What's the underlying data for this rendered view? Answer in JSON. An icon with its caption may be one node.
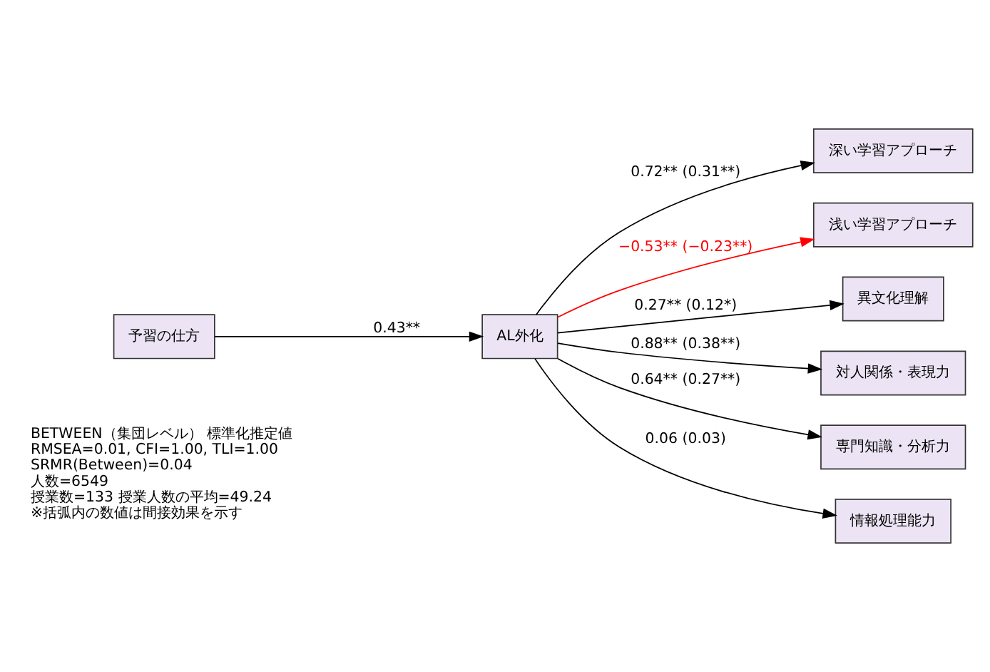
{
  "diagram": {
    "nodes": [
      {
        "text": [
          "予習の仕方"
        ]
      },
      {
        "text": [
          "AL外化"
        ]
      },
      {
        "text": [
          "深い学習アプローチ"
        ]
      },
      {
        "text": [
          "浅い学習アプローチ"
        ]
      },
      {
        "text": [
          "異文化理解"
        ]
      },
      {
        "text": [
          "対人関係・表現力"
        ]
      },
      {
        "text": [
          "専門知識・分析力"
        ]
      },
      {
        "text": [
          "情報処理能力"
        ]
      }
    ],
    "edges": [
      {
        "from": 0,
        "to": 1,
        "arrow": "to",
        "label": "0.43**"
      },
      {
        "from": 1,
        "to": 2,
        "arrow": "to",
        "label": "0.72** (0.31**)"
      },
      {
        "from": 1,
        "to": 3,
        "arrow": "to",
        "label": "−0.53** (−0.23**)",
        "color": "#ff0000"
      },
      {
        "from": 1,
        "to": 4,
        "arrow": "to",
        "label": "0.27** (0.12*)"
      },
      {
        "from": 1,
        "to": 5,
        "arrow": "to",
        "label": "0.88** (0.38**)"
      },
      {
        "from": 1,
        "to": 6,
        "arrow": "to",
        "label": "0.64** (0.27**)"
      },
      {
        "from": 1,
        "to": 7,
        "arrow": "to",
        "label": "0.06 (0.03)"
      }
    ],
    "labels": [
      "BETWEEN（集団レベル） 標準化推定値",
      "RMSEA=0.01, CFI=1.00, TLI=1.00",
      "SRMR(Between)=0.04",
      "人数=6549",
      "授業数=133 授業人数の平均=49.24",
      "※括弧内の数値は間接効果を示す"
    ]
  }
}
